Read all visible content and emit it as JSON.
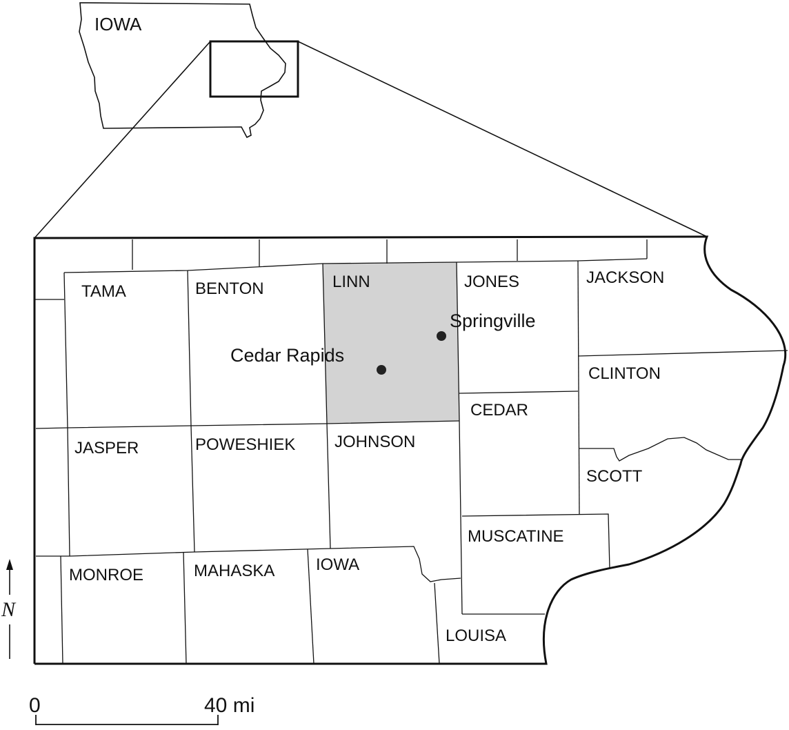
{
  "inset": {
    "state_label": "IOWA"
  },
  "counties": {
    "tama": "TAMA",
    "benton": "BENTON",
    "linn": "LINN",
    "jones": "JONES",
    "jackson": "JACKSON",
    "clinton": "CLINTON",
    "cedar": "CEDAR",
    "jasper": "JASPER",
    "poweshiek": "POWESHIEK",
    "johnson": "JOHNSON",
    "scott": "SCOTT",
    "muscatine": "MUSCATINE",
    "monroe": "MONROE",
    "mahaska": "MAHASKA",
    "iowa": "IOWA",
    "louisa": "LOUISA"
  },
  "cities": {
    "springville": "Springville",
    "cedar_rapids": "Cedar Rapids"
  },
  "highlighted_county": "LINN",
  "colors": {
    "highlight": "#d3d3d3",
    "lines": "#111111"
  },
  "north_arrow": {
    "label": "N"
  },
  "scale_bar": {
    "start_label": "0",
    "end_label": "40 mi"
  }
}
